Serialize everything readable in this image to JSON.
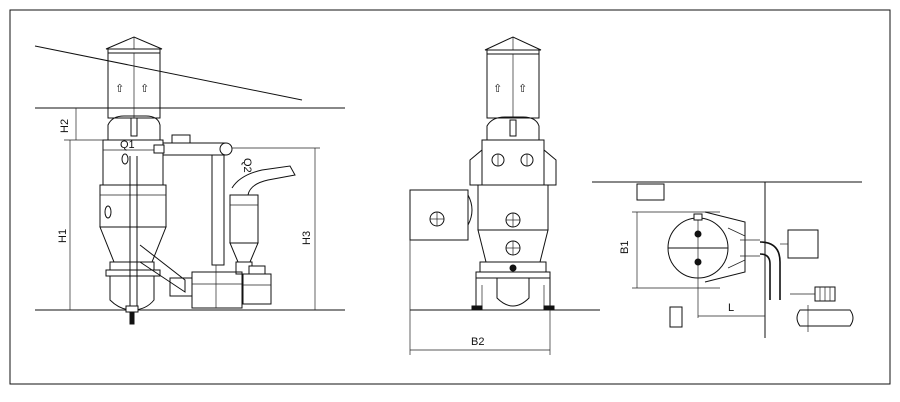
{
  "labels": {
    "h1": "H1",
    "h2": "H2",
    "h3": "H3",
    "q1": "Q1",
    "q2": "Q2",
    "b1": "B1",
    "b2": "B2",
    "l": "L"
  },
  "arrows": {
    "up": "⇧"
  },
  "colors": {
    "line": "#111111",
    "background": "#ffffff"
  }
}
